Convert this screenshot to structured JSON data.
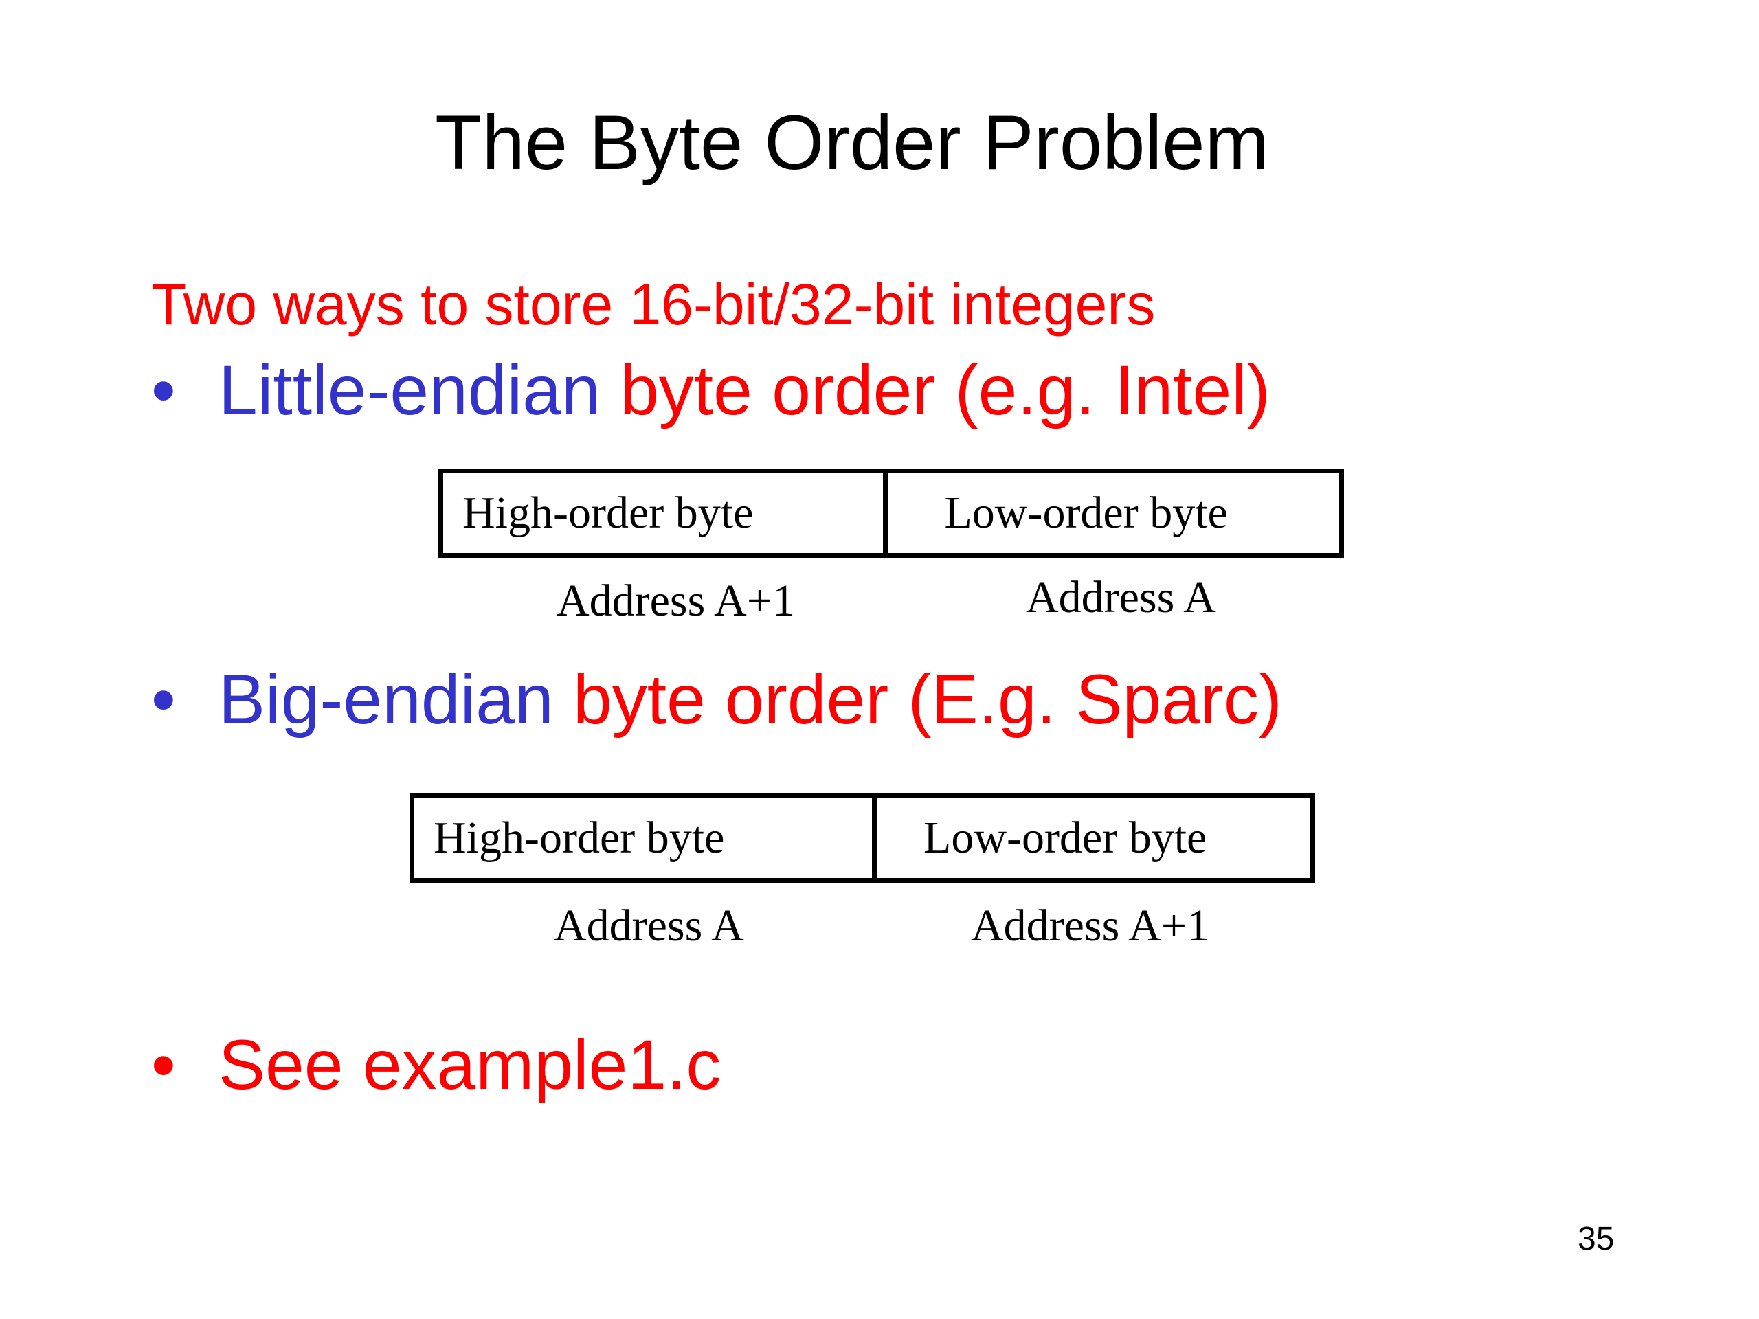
{
  "slide": {
    "title": "The Byte Order Problem",
    "intro": "Two ways to store 16-bit/32-bit integers",
    "bullets": [
      {
        "symbol": "•",
        "highlight": "Little-endian",
        "text": " byte order (e.g. Intel)"
      },
      {
        "symbol": "•",
        "highlight": "Big-endian",
        "text": " byte order (E.g. Sparc)"
      },
      {
        "symbol": "•",
        "text": "See example1.c"
      }
    ],
    "little_endian": {
      "cells": [
        "High-order byte",
        "Low-order byte"
      ],
      "addresses": [
        "Address A+1",
        "Address A"
      ]
    },
    "big_endian": {
      "cells": [
        "High-order byte",
        "Low-order byte"
      ],
      "addresses": [
        "Address A",
        "Address A+1"
      ]
    },
    "page_number": "35"
  },
  "colors": {
    "title": "#000000",
    "red": "#ff0000",
    "blue": "#3333cc"
  }
}
